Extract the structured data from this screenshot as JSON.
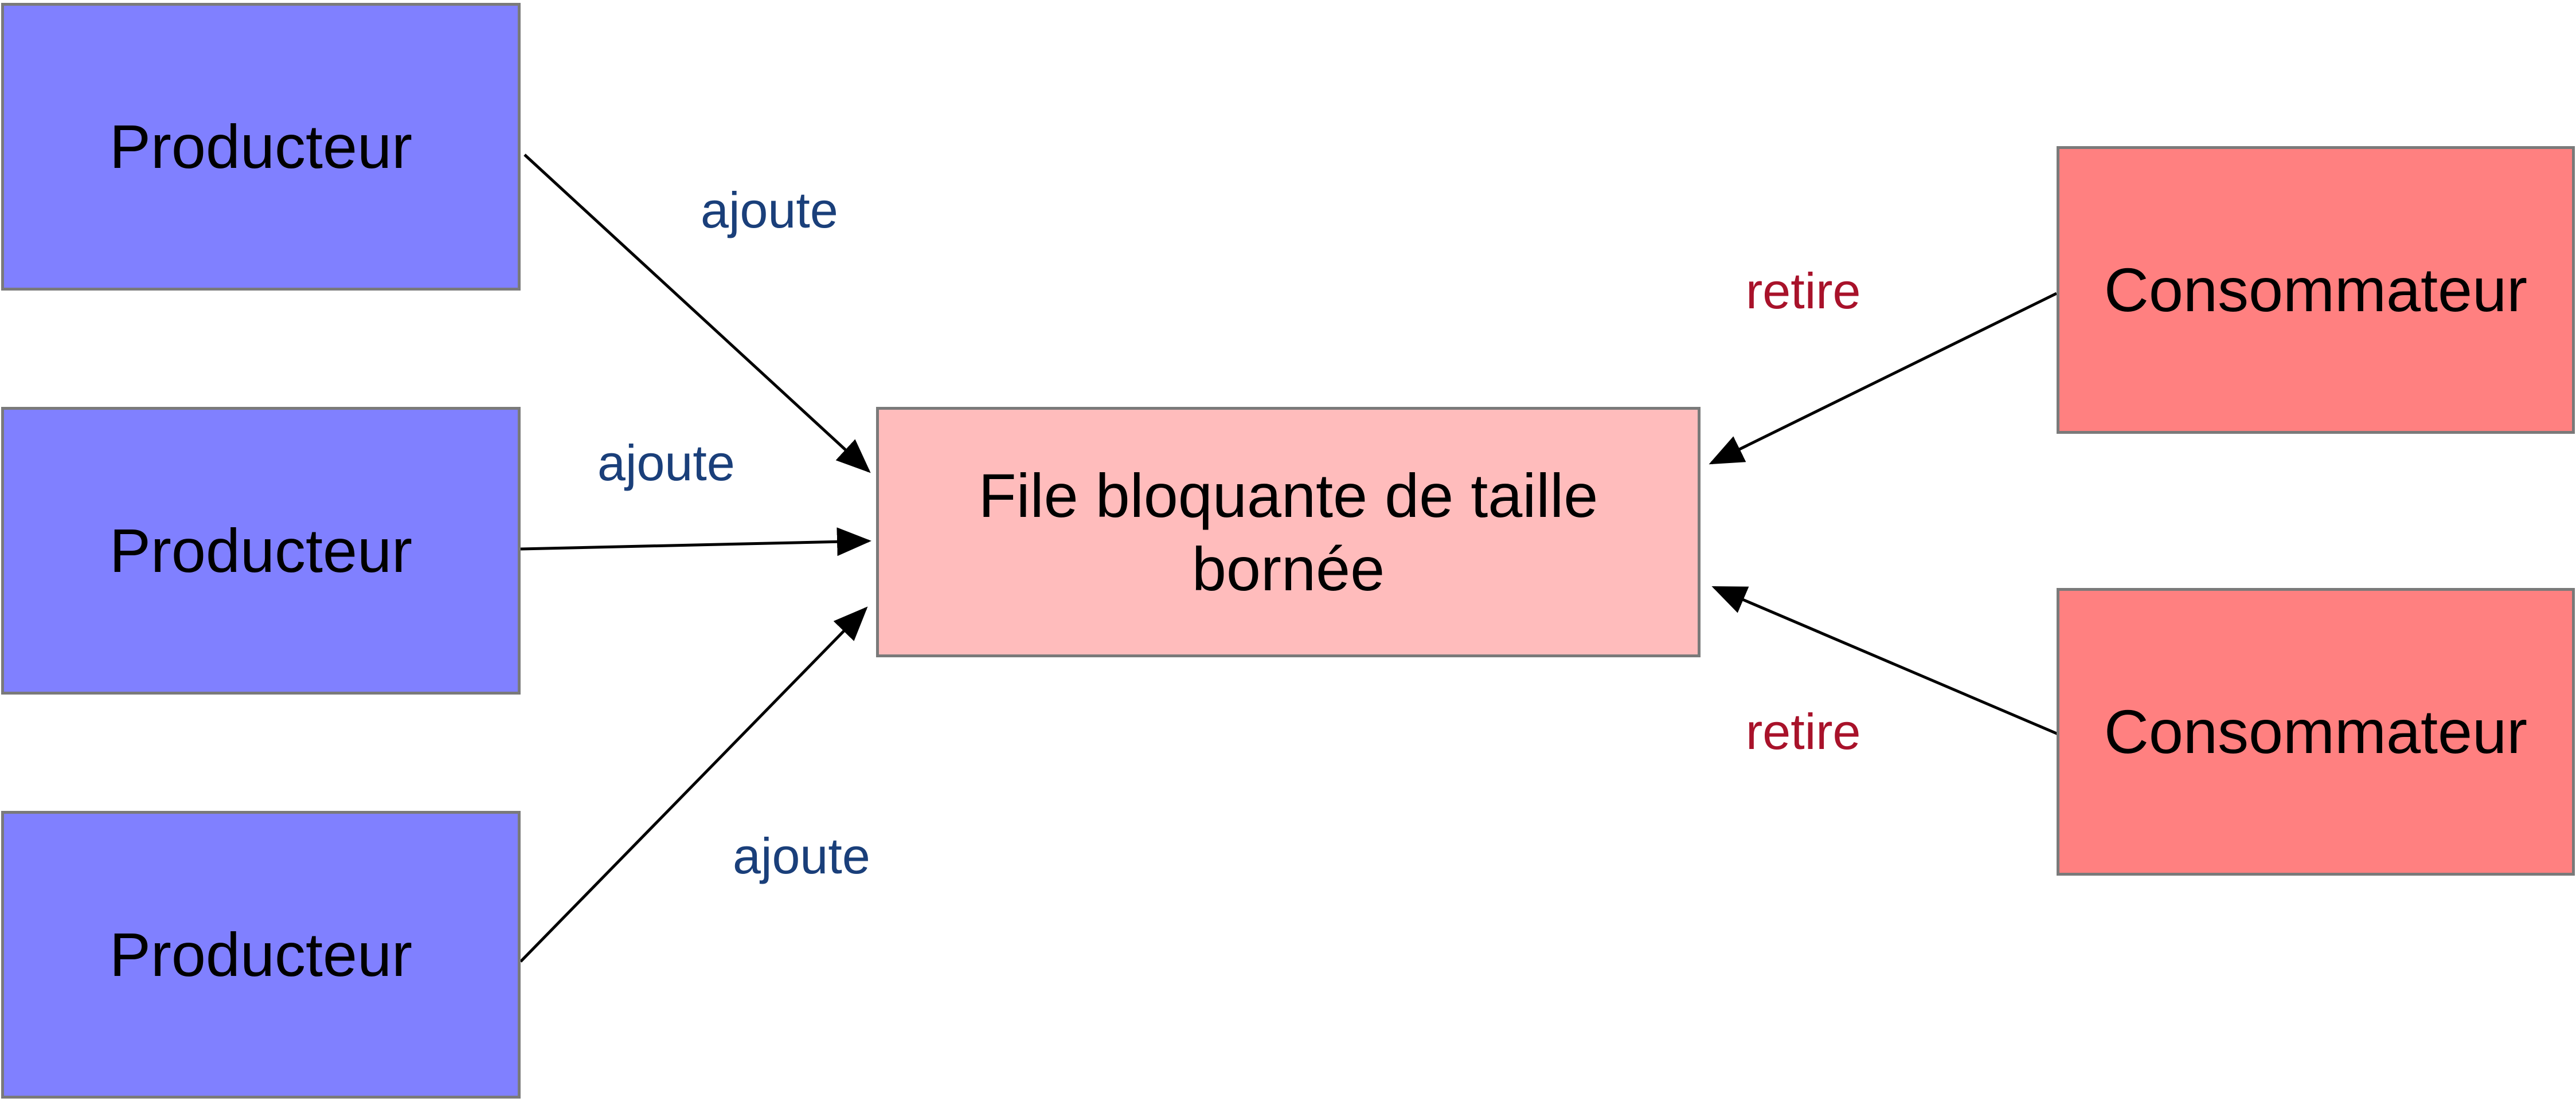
{
  "producers": [
    {
      "label": "Producteur"
    },
    {
      "label": "Producteur"
    },
    {
      "label": "Producteur"
    }
  ],
  "queue": {
    "label": "File bloquante de taille bornée"
  },
  "consumers": [
    {
      "label": "Consommateur"
    },
    {
      "label": "Consommateur"
    }
  ],
  "edges": {
    "add_label_1": "ajoute",
    "add_label_2": "ajoute",
    "add_label_3": "ajoute",
    "remove_label_1": "retire",
    "remove_label_2": "retire"
  },
  "colors": {
    "producer_fill": "#8080ff",
    "consumer_fill": "#ff8080",
    "queue_fill": "#ffbcbc",
    "add_label": "#1a3f7a",
    "remove_label": "#a8122a",
    "arrow": "#000000"
  }
}
